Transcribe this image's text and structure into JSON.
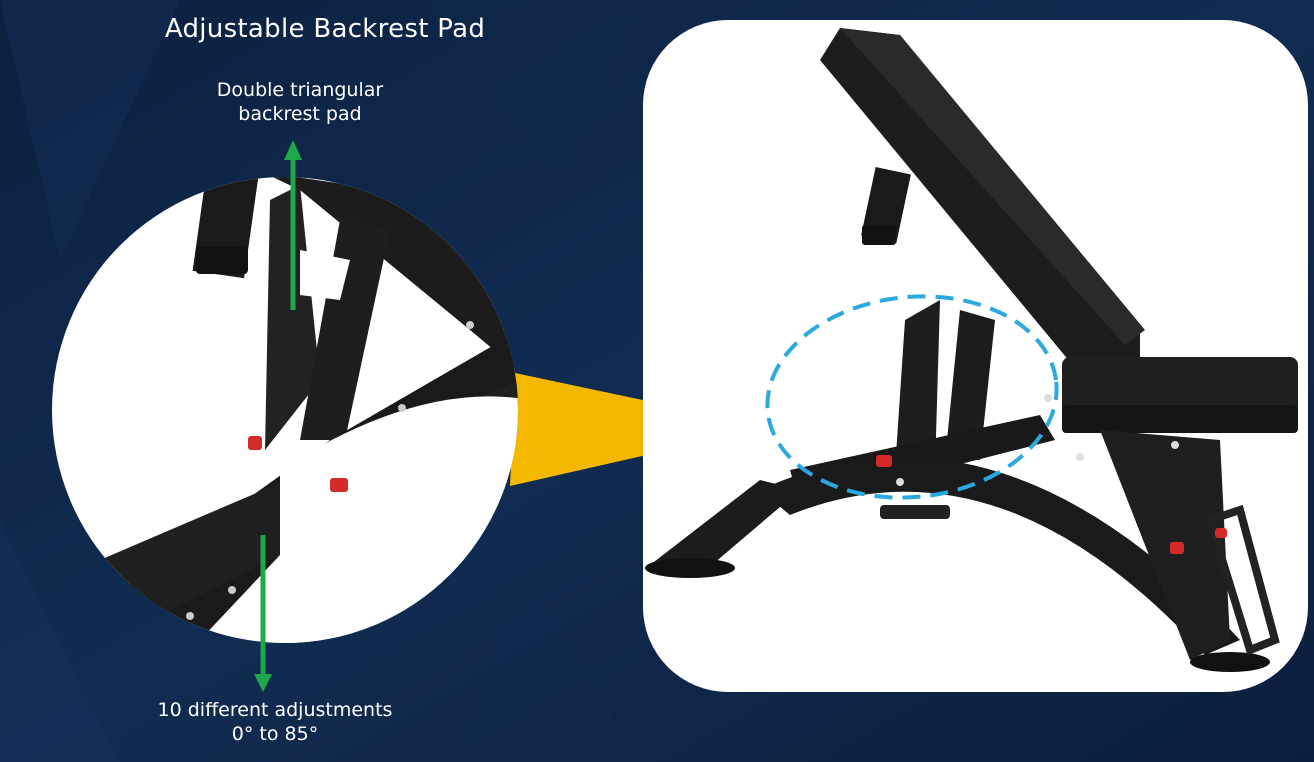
{
  "heading": "Adjustable Backrest Pad",
  "callouts": {
    "top": {
      "line1": "Double triangular",
      "line2": "backrest pad"
    },
    "bottom": {
      "line1": "10 different adjustments",
      "line2": "0° to 85°"
    }
  },
  "colors": {
    "background": "#0d2545",
    "panel": "#ffffff",
    "arrow": "#1fa84a",
    "connector": "#f5b800",
    "highlight": "#2aa8e0",
    "frame": "#1a1a1a",
    "pins": "#d42a2a"
  }
}
